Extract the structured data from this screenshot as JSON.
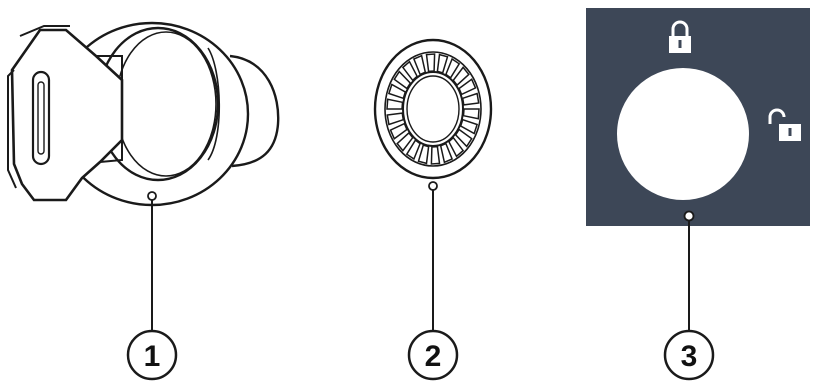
{
  "colors": {
    "line": "#1a1a1a",
    "panel": "#3d4757",
    "white": "#ffffff"
  },
  "callouts": [
    {
      "number": "1",
      "target": "key-lock-assembly"
    },
    {
      "number": "2",
      "target": "serrated-lock-washer"
    },
    {
      "number": "3",
      "target": "lock-position-panel"
    }
  ],
  "icons": {
    "lock_closed": "padlock-locked-icon",
    "lock_open": "padlock-unlocked-icon"
  }
}
